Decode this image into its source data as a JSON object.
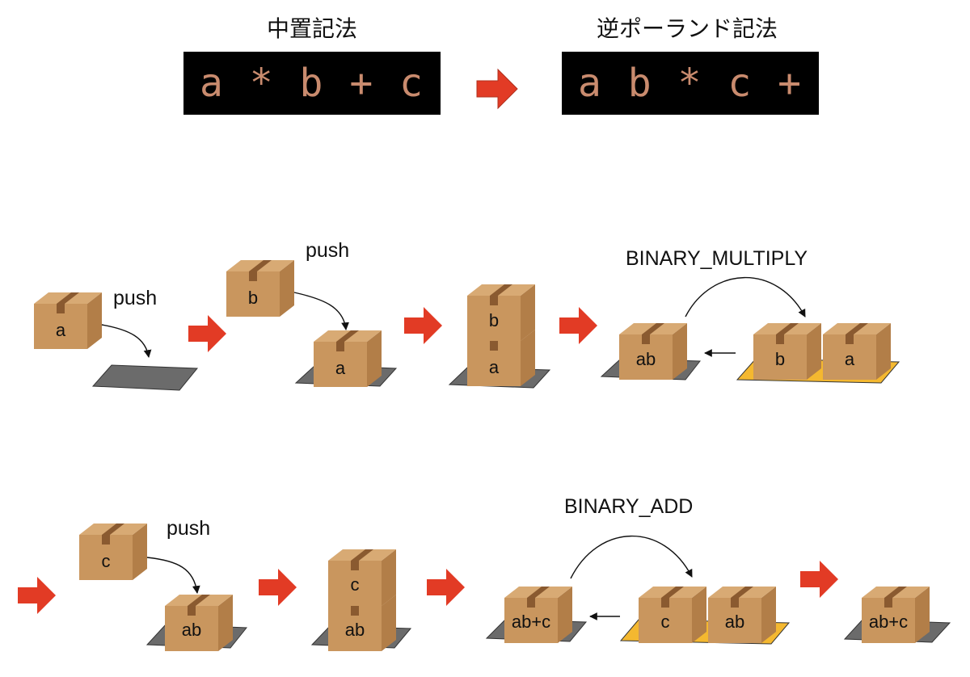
{
  "header": {
    "infix_title": "中置記法",
    "rpn_title": "逆ポーランド記法",
    "infix_expr": "a * b + c",
    "rpn_expr": "a b * c +"
  },
  "row1": {
    "push_1": "push",
    "push_2": "push",
    "op": "BINARY_MULTIPLY",
    "box_a1": "a",
    "box_b1": "b",
    "box_a2": "a",
    "box_b_stack": "b",
    "box_a_stack": "a",
    "box_ab_result": "ab",
    "box_b_op": "b",
    "box_a_op": "a"
  },
  "row2": {
    "push": "push",
    "op": "BINARY_ADD",
    "box_c1": "c",
    "box_ab1": "ab",
    "box_c_stack": "c",
    "box_ab_stack": "ab",
    "box_abc_result": "ab+c",
    "box_c_op": "c",
    "box_ab_op": "ab",
    "box_abc_final": "ab+c"
  },
  "colors": {
    "box": "#c9965e",
    "box_side": "#b27e48",
    "box_top": "#d8aa74",
    "tape": "#8a5a30",
    "platform": "#6b6b6b",
    "op_platform": "#f4b830",
    "arrow": "#e23b25",
    "code_text": "#c98b6e"
  }
}
